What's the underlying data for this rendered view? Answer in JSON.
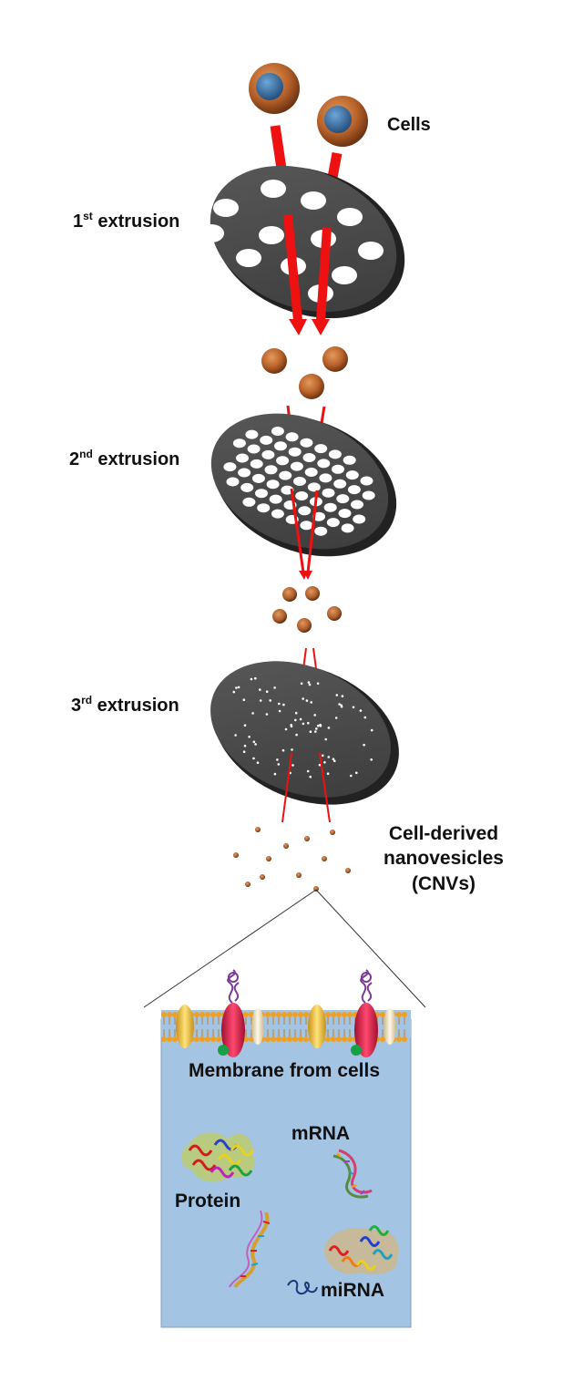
{
  "labels": {
    "cells": "Cells",
    "extrusion_1": {
      "number": "1",
      "suffix": "st",
      "word": " extrusion"
    },
    "extrusion_2": {
      "number": "2",
      "suffix": "nd",
      "word": " extrusion"
    },
    "extrusion_3": {
      "number": "3",
      "suffix": "rd",
      "word": " extrusion"
    },
    "cnv_line1": "Cell-derived",
    "cnv_line2": "nanovesicles",
    "cnv_line3": "(CNVs)",
    "membrane": "Membrane from cells",
    "mrna": "mRNA",
    "protein": "Protein",
    "mirna": "miRNA"
  },
  "colors": {
    "arrow": "#ee1111",
    "membrane_disc": "#4a4a4a",
    "membrane_disc_edge": "#222222",
    "cell_body": "#b8622a",
    "cell_nucleus": "#3c74a8",
    "vesicle": "#a85a28",
    "interior": "#a4c4e4",
    "lipid_head": "#f0a020",
    "yellow_protein": "#f4c84a",
    "red_protein": "#e82050",
    "cream_protein": "#f0e6c8",
    "green_ball": "#18a048",
    "purple_glyco": "#7a3a9a"
  }
}
